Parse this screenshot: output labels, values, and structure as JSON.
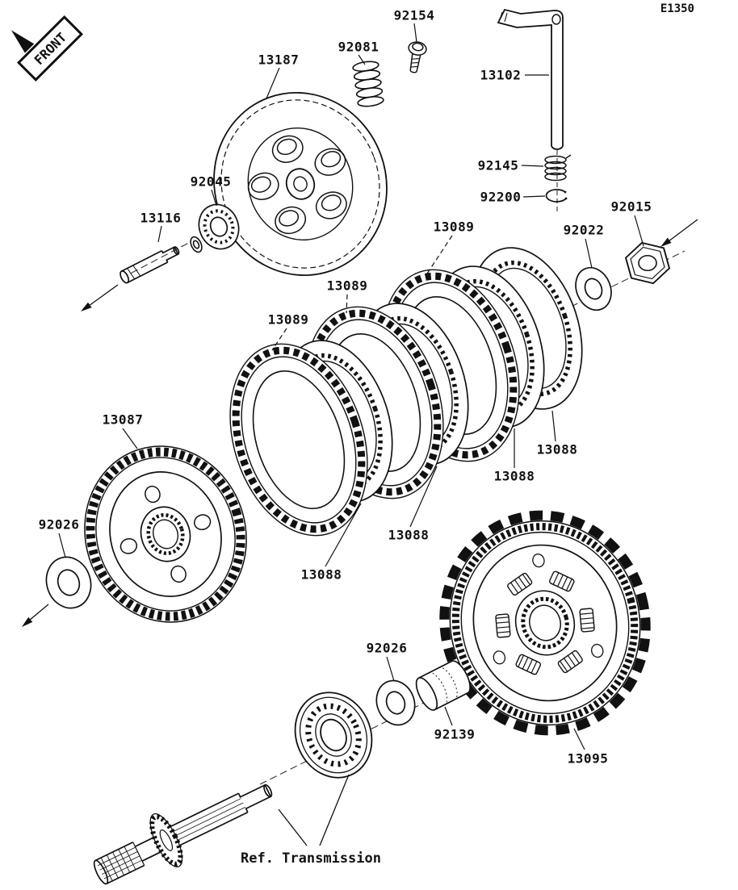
{
  "diagram": {
    "code": "E1350",
    "front_label": "FRONT",
    "ref_label": "Ref. Transmission"
  },
  "labels": [
    {
      "part": "92154"
    },
    {
      "part": "92081"
    },
    {
      "part": "13187"
    },
    {
      "part": "13102"
    },
    {
      "part": "92145"
    },
    {
      "part": "92200"
    },
    {
      "part": "92045"
    },
    {
      "part": "13116"
    },
    {
      "part": "13089"
    },
    {
      "part": "92022"
    },
    {
      "part": "92015"
    },
    {
      "part": "13089"
    },
    {
      "part": "13089"
    },
    {
      "part": "13087"
    },
    {
      "part": "13088"
    },
    {
      "part": "13088"
    },
    {
      "part": "92026"
    },
    {
      "part": "13088"
    },
    {
      "part": "13088"
    },
    {
      "part": "92026"
    },
    {
      "part": "92139"
    },
    {
      "part": "13095"
    }
  ]
}
